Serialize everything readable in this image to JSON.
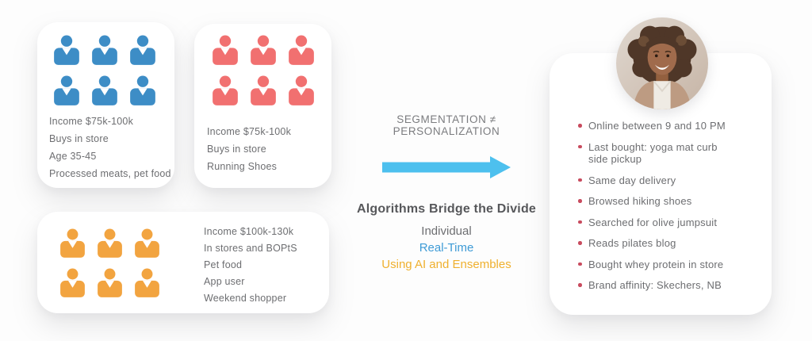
{
  "diagram_title": "Segmentation vs Personalization",
  "colors": {
    "segment_blue": "#3D8DC6",
    "segment_red": "#F17070",
    "segment_orange": "#F2A440",
    "arrow_blue": "#4DC0EE",
    "body_text_gray": "#6D6E71",
    "heading_gray": "#7B7C7F",
    "bold_heading_gray": "#57585B",
    "real_time_blue": "#3E9BD6",
    "ensembles_orange": "#EFB02E",
    "bullet_red": "#C84B5E"
  },
  "segments": [
    {
      "name": "blue-segment",
      "people_count": 6,
      "color": "#3D8DC6",
      "attributes": [
        "Income $75k-100k",
        "Buys in store",
        "Age 35-45",
        "Processed meats, pet food"
      ]
    },
    {
      "name": "red-segment",
      "people_count": 6,
      "color": "#F17070",
      "attributes": [
        "Income $75k-100k",
        "Buys in store",
        "Running Shoes"
      ]
    },
    {
      "name": "orange-segment",
      "people_count": 6,
      "color": "#F2A440",
      "attributes": [
        "Income $100k-130k",
        "In stores and BOPtS",
        "Pet food",
        "App user",
        "Weekend shopper"
      ]
    }
  ],
  "center": {
    "heading": "SEGMENTATION ≠ PERSONALIZATION",
    "subheading": "Algorithms Bridge the Divide",
    "lines": [
      {
        "text": "Individual",
        "color": "#6D6E71"
      },
      {
        "text": "Real-Time",
        "color": "#3E9BD6"
      },
      {
        "text": "Using AI and Ensembles",
        "color": "#EFB02E"
      }
    ],
    "arrow_icon": "right-arrow-icon"
  },
  "persona": {
    "avatar": "woman-portrait-photo",
    "traits": [
      "Online between 9 and 10 PM",
      "Last bought: yoga mat curb side pickup",
      "Same day delivery",
      "Browsed hiking shoes",
      "Searched for olive jumpsuit",
      "Reads pilates blog",
      "Bought whey protein in store",
      "Brand affinity: Skechers, NB"
    ]
  }
}
